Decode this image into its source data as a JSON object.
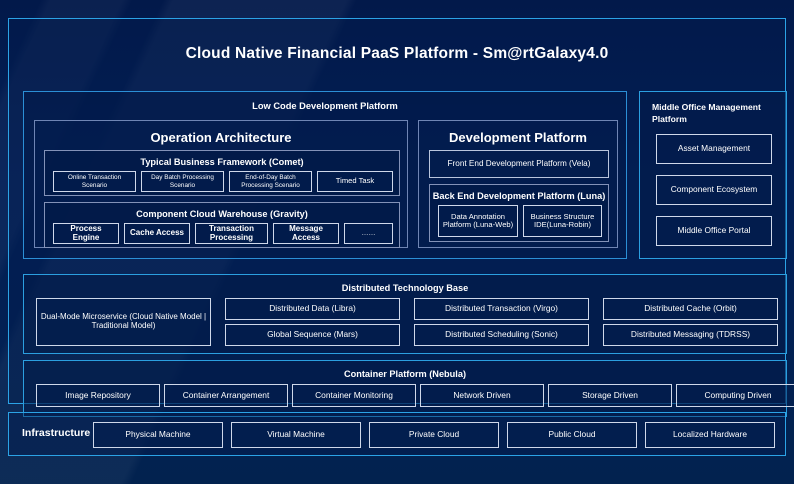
{
  "colors": {
    "background": "#02194a",
    "accent_cyan": "#2ba3e6",
    "panel_border": "#6f85b4",
    "cell_border": "#cfd8ea",
    "text": "#ffffff"
  },
  "header": {
    "title": "Cloud Native Financial PaaS Platform - Sm@rtGalaxy4.0"
  },
  "low_code": {
    "label": "Low Code Development Platform",
    "operation_architecture": {
      "label": "Operation Architecture",
      "groups": [
        {
          "label": "Typical Business Framework (Comet)",
          "items": [
            "Online Transaction Scenario",
            "Day Batch Processing Scenario",
            "End-of-Day Batch Processing Scenario",
            "Timed Task"
          ]
        },
        {
          "label": "Component Cloud Warehouse (Gravity)",
          "items": [
            "Process Engine",
            "Cache Access",
            "Transaction Processing",
            "Message Access",
            "……"
          ]
        }
      ]
    },
    "development_platform": {
      "label": "Development Platform",
      "front_end": "Front End Development Platform (Vela)",
      "back_end": {
        "label": "Back End Development Platform (Luna)",
        "items": [
          "Data Annotation Platform (Luna-Web)",
          "Business Structure IDE(Luna-Robin)"
        ]
      }
    }
  },
  "middle_office": {
    "label": "Middle Office Management Platform",
    "items": [
      "Asset Management",
      "Component Ecosystem",
      "Middle Office Portal"
    ]
  },
  "distributed_technology_base": {
    "label": "Distributed Technology Base",
    "highlight": "Dual-Mode Microservice (Cloud Native Model | Traditional Model)",
    "items": [
      "Distributed Data (Libra)",
      "Global Sequence (Mars)",
      "Distributed Transaction (Virgo)",
      "Distributed Scheduling (Sonic)",
      "Distributed Cache (Orbit)",
      "Distributed Messaging (TDRSS)"
    ]
  },
  "container_platform": {
    "label": "Container Platform (Nebula)",
    "items": [
      "Image Repository",
      "Container Arrangement",
      "Container Monitoring",
      "Network Driven",
      "Storage Driven",
      "Computing Driven"
    ]
  },
  "infrastructure": {
    "label": "Infrastructure",
    "items": [
      "Physical Machine",
      "Virtual Machine",
      "Private Cloud",
      "Public Cloud",
      "Localized Hardware"
    ]
  }
}
